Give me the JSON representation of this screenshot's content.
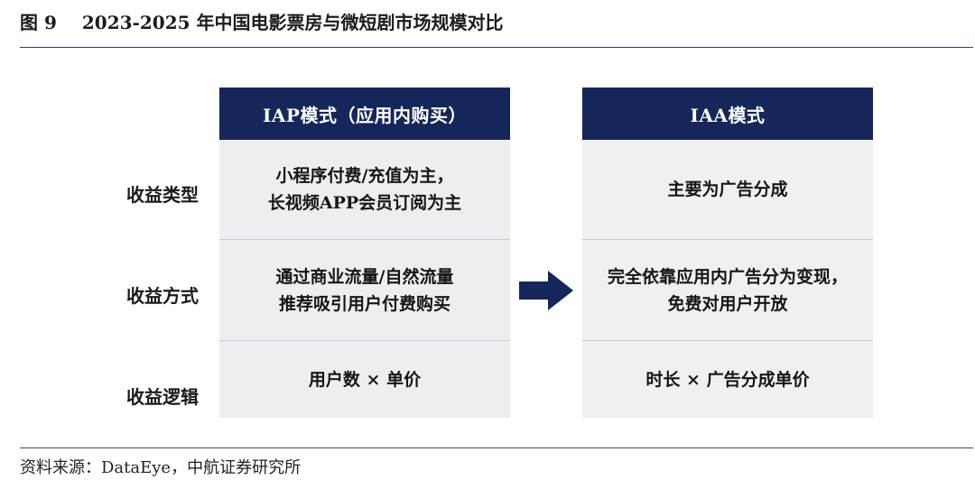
{
  "title": {
    "figure_number": "图 9",
    "text": "2023-2025 年中国电影票房与微短剧市场规模对比"
  },
  "rows": {
    "labels": [
      "收益类型",
      "收益方式",
      "收益逻辑"
    ]
  },
  "iap": {
    "header": "IAP模式（应用内购买）",
    "cells": [
      [
        "小程序付费/充值为主，",
        "长视频APP会员订阅为主"
      ],
      [
        "通过商业流量/自然流量",
        "推荐吸引用户付费购买"
      ],
      [
        "用户数 × 单价"
      ]
    ]
  },
  "iaa": {
    "header": "IAA模式",
    "cells": [
      [
        "主要为广告分成"
      ],
      [
        "完全依靠应用内广告分为变现，",
        "免费对用户开放"
      ],
      [
        "时长 × 广告分成单价"
      ]
    ]
  },
  "arrow_icon": "right-arrow-icon",
  "colors": {
    "header_bg": "#15265a",
    "cell_bg": "#eff0ef",
    "rule": "#2f3e6b"
  },
  "source": "资料来源：DataEye，中航证券研究所"
}
